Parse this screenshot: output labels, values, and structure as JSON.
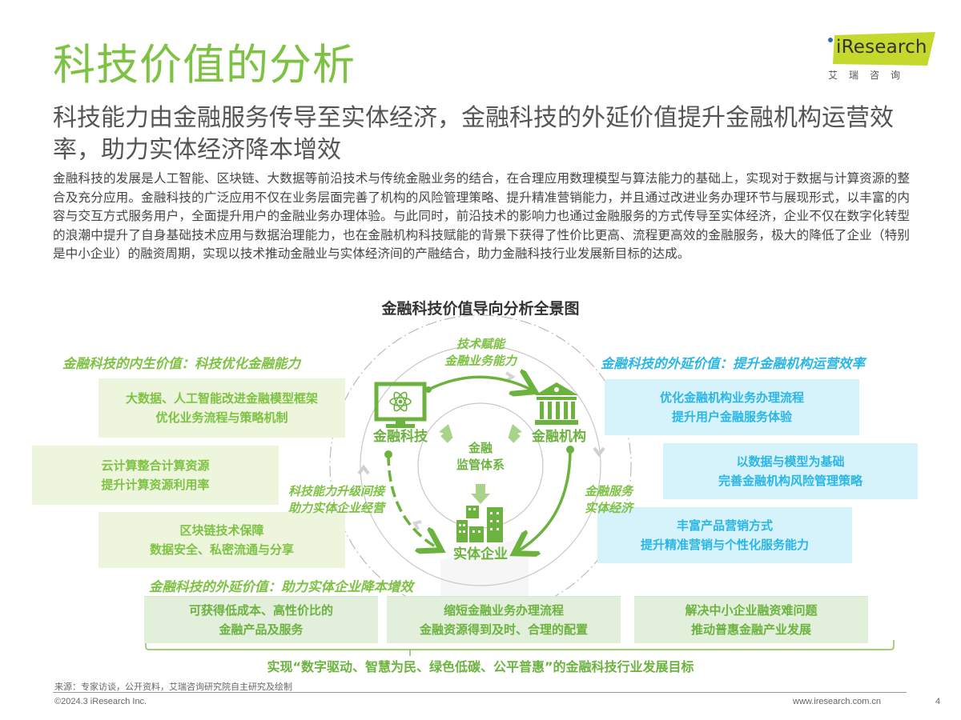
{
  "header": {
    "title": "科技价值的分析",
    "subtitle": "科技能力由金融服务传导至实体经济，金融科技的外延价值提升金融机构运营效率，助力实体经济降本增效",
    "body": "金融科技的发展是人工智能、区块链、大数据等前沿技术与传统金融业务的结合，在合理应用数理模型与算法能力的基础上，实现对于数据与计算资源的整合及充分应用。金融科技的广泛应用不仅在业务层面完善了机构的风险管理策略、提升精准营销能力，并且通过改进业务办理环节与展现形式，以丰富的内容与交互方式服务用户，全面提升用户的金融业务办理体验。与此同时，前沿技术的影响力也通过金融服务的方式传导至实体经济，企业不仅在数字化转型的浪潮中提升了自身基础技术应用与数据治理能力，也在金融机构科技赋能的背景下获得了性价比更高、流程更高效的金融服务，极大的降低了企业（特别是中小企业）的融资周期，实现以技术推动金融业与实体经济间的产融结合，助力金融科技行业发展新目标的达成。"
  },
  "logo": {
    "brand": "iResearch",
    "subtitle": "艾瑞咨询",
    "color": "#c4d82e"
  },
  "diagram": {
    "title": "金融科技价值导向分析全景图",
    "left": {
      "heading": "金融科技的内生价值：科技优化金融能力",
      "boxes": [
        {
          "line1": "大数据、人工智能改进金融模型框架",
          "line2": "优化业务流程与策略机制"
        },
        {
          "line1": "云计算整合计算资源",
          "line2": "提升计算资源利用率"
        },
        {
          "line1": "区块链技术保障",
          "line2": "数据安全、私密流通与分享"
        }
      ]
    },
    "right": {
      "heading": "金融科技的外延价值：提升金融机构运营效率",
      "boxes": [
        {
          "line1": "优化金融机构业务办理流程",
          "line2": "提升用户金融服务体验"
        },
        {
          "line1": "以数据与模型为基础",
          "line2": "完善金融机构风险管理策略"
        },
        {
          "line1": "丰富产品营销方式",
          "line2": "提升精准营销与个性化服务能力"
        }
      ]
    },
    "bottom": {
      "heading": "金融科技的外延价值：助力实体企业降本增效",
      "boxes": [
        {
          "line1": "可获得低成本、高性价比的",
          "line2": "金融产品及服务"
        },
        {
          "line1": "缩短金融业务办理流程",
          "line2": "金融资源得到及时、合理的配置"
        },
        {
          "line1": "解决中小企业融资难问题",
          "line2": "推动普惠金融产业发展"
        }
      ]
    },
    "center": {
      "node_fintech": "金融科技",
      "node_institution": "金融机构",
      "node_enterprise": "实体企业",
      "core_line1": "金融",
      "core_line2": "监管体系",
      "arrow_top_line1": "技术赋能",
      "arrow_top_line2": "金融业务能力",
      "arrow_left_line1": "科技能力升级间接",
      "arrow_left_line2": "助力实体企业经营",
      "arrow_right_line1": "金融服务",
      "arrow_right_line2": "实体经济"
    },
    "goal": "实现“数字驱动、智慧为民、绿色低碳、公平普惠”的金融科技行业发展目标",
    "colors": {
      "green": "#7dc242",
      "dark_green": "#6bb33e",
      "blue": "#29b6e8",
      "light_green_bg": "#eef5dd",
      "light_blue_bg": "#d6f2fb"
    }
  },
  "footer": {
    "source": "来源：专家访谈，公开资料，艾瑞咨询研究院自主研究及绘制",
    "copyright": "©2024.3 iResearch Inc.",
    "website": "www.iresearch.com.cn",
    "page_number": "4"
  }
}
